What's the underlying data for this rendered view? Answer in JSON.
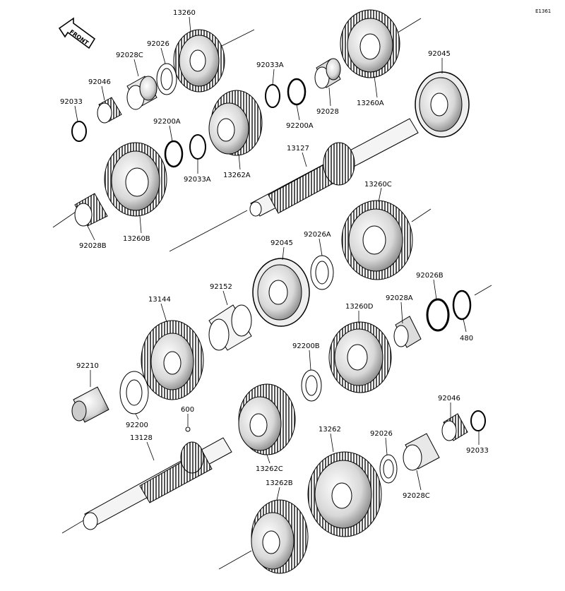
{
  "diagram_code": "E1361",
  "front_label": "FRONT",
  "parts": [
    {
      "id": "p-13260",
      "label": "13260"
    },
    {
      "id": "p-92026-top",
      "label": "92026"
    },
    {
      "id": "p-92028C-top",
      "label": "92028C"
    },
    {
      "id": "p-92046-top",
      "label": "92046"
    },
    {
      "id": "p-92033-top",
      "label": "92033"
    },
    {
      "id": "p-92200A-left",
      "label": "92200A"
    },
    {
      "id": "p-92033A-left",
      "label": "92033A"
    },
    {
      "id": "p-13262A",
      "label": "13262A"
    },
    {
      "id": "p-92033A-right",
      "label": "92033A"
    },
    {
      "id": "p-92200A-right",
      "label": "92200A"
    },
    {
      "id": "p-92028",
      "label": "92028"
    },
    {
      "id": "p-13260A",
      "label": "13260A"
    },
    {
      "id": "p-92045-top",
      "label": "92045"
    },
    {
      "id": "p-13127",
      "label": "13127"
    },
    {
      "id": "p-13260B",
      "label": "13260B"
    },
    {
      "id": "p-92028B",
      "label": "92028B"
    },
    {
      "id": "p-13260C",
      "label": "13260C"
    },
    {
      "id": "p-92026A",
      "label": "92026A"
    },
    {
      "id": "p-92045-mid",
      "label": "92045"
    },
    {
      "id": "p-92152",
      "label": "92152"
    },
    {
      "id": "p-13144",
      "label": "13144"
    },
    {
      "id": "p-92026B",
      "label": "92026B"
    },
    {
      "id": "p-92028A",
      "label": "92028A"
    },
    {
      "id": "p-13260D",
      "label": "13260D"
    },
    {
      "id": "p-480",
      "label": "480"
    },
    {
      "id": "p-92200B",
      "label": "92200B"
    },
    {
      "id": "p-92210",
      "label": "92210"
    },
    {
      "id": "p-92200",
      "label": "92200"
    },
    {
      "id": "p-600",
      "label": "600"
    },
    {
      "id": "p-13128",
      "label": "13128"
    },
    {
      "id": "p-13262C",
      "label": "13262C"
    },
    {
      "id": "p-13262",
      "label": "13262"
    },
    {
      "id": "p-92026-bot",
      "label": "92026"
    },
    {
      "id": "p-92046-bot",
      "label": "92046"
    },
    {
      "id": "p-92033-bot",
      "label": "92033"
    },
    {
      "id": "p-92028C-bot",
      "label": "92028C"
    },
    {
      "id": "p-13262B",
      "label": "13262B"
    }
  ]
}
